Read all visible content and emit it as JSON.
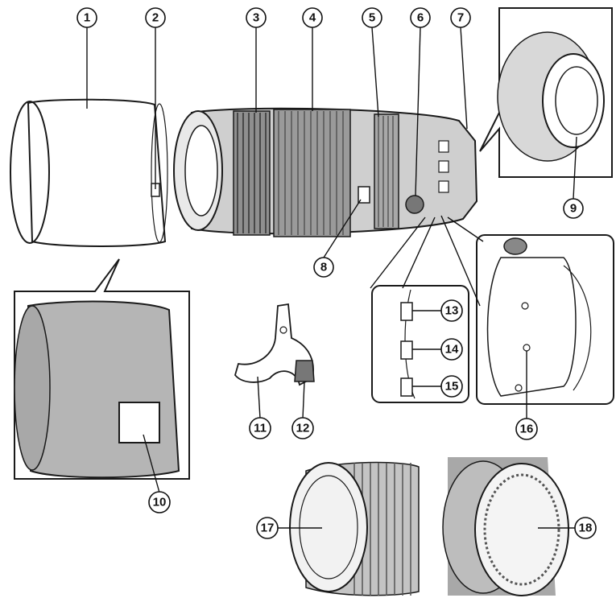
{
  "callouts": {
    "n1": "1",
    "n2": "2",
    "n3": "3",
    "n4": "4",
    "n5": "5",
    "n6": "6",
    "n7": "7",
    "n8": "8",
    "n9": "9",
    "n10": "10",
    "n11": "11",
    "n12": "12",
    "n13": "13",
    "n14": "14",
    "n15": "15",
    "n16": "16",
    "n17": "17",
    "n18": "18"
  },
  "colors": {
    "ink": "#1a1a1a",
    "hood_shade": "#b5b5b5",
    "lens_shade": "#9a9a9a",
    "paper": "#ffffff"
  }
}
